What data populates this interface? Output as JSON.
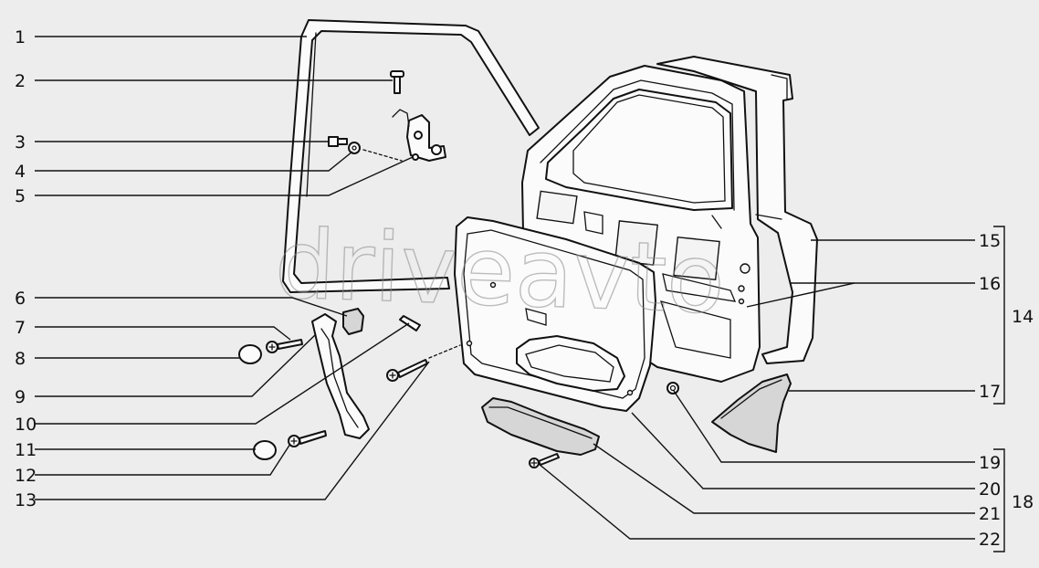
{
  "watermark": "driveavto",
  "callouts": [
    {
      "id": "1",
      "text": "1"
    },
    {
      "id": "2",
      "text": "2"
    },
    {
      "id": "3",
      "text": "3"
    },
    {
      "id": "4",
      "text": "4"
    },
    {
      "id": "5",
      "text": "5"
    },
    {
      "id": "6",
      "text": "6"
    },
    {
      "id": "7",
      "text": "7"
    },
    {
      "id": "8",
      "text": "8"
    },
    {
      "id": "9",
      "text": "9"
    },
    {
      "id": "10",
      "text": "10"
    },
    {
      "id": "11",
      "text": "11"
    },
    {
      "id": "12",
      "text": "12"
    },
    {
      "id": "13",
      "text": "13"
    },
    {
      "id": "15",
      "text": "15"
    },
    {
      "id": "16",
      "text": "16"
    },
    {
      "id": "17",
      "text": "17"
    },
    {
      "id": "19",
      "text": "19"
    },
    {
      "id": "20",
      "text": "20"
    },
    {
      "id": "21",
      "text": "21"
    },
    {
      "id": "22",
      "text": "22"
    }
  ],
  "groups": [
    {
      "id": "14",
      "text": "14"
    },
    {
      "id": "18",
      "text": "18"
    }
  ]
}
